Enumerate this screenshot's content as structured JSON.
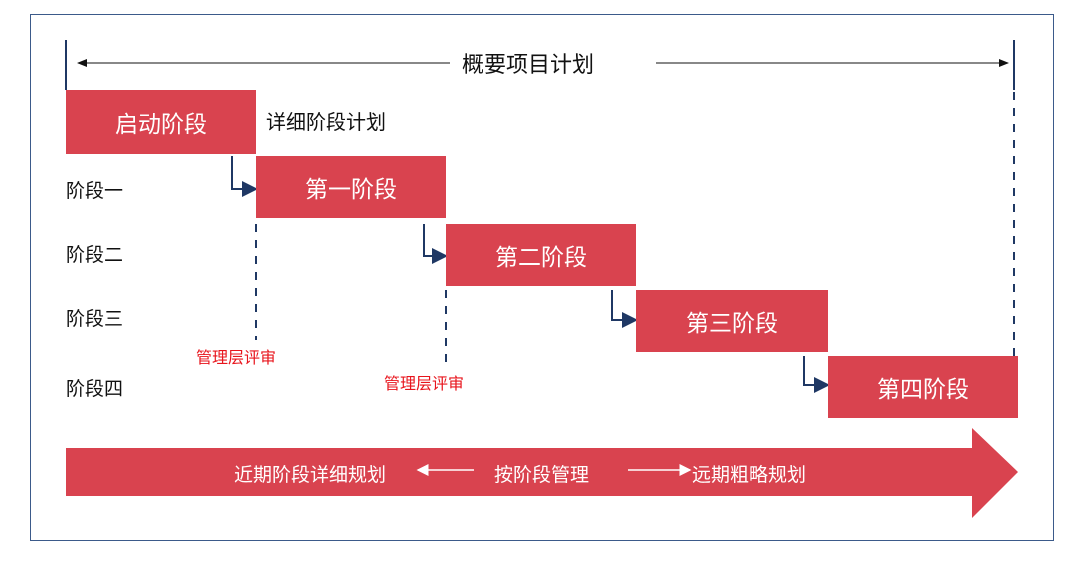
{
  "title": "概要项目计划",
  "detail_label": "详细阶段计划",
  "phases": [
    {
      "box": "启动阶段"
    },
    {
      "row": "阶段一",
      "box": "第一阶段"
    },
    {
      "row": "阶段二",
      "box": "第二阶段"
    },
    {
      "row": "阶段三",
      "box": "第三阶段"
    },
    {
      "row": "阶段四",
      "box": "第四阶段"
    }
  ],
  "reviews": [
    "管理层评审",
    "管理层评审"
  ],
  "bottom_arrow": {
    "left": "近期阶段详细规划",
    "center": "按阶段管理",
    "right": "远期粗略规划"
  },
  "colors": {
    "box": "#d9434f",
    "review_text": "#e8141c",
    "connector": "#1f3864",
    "frame": "#3b5a8a"
  }
}
